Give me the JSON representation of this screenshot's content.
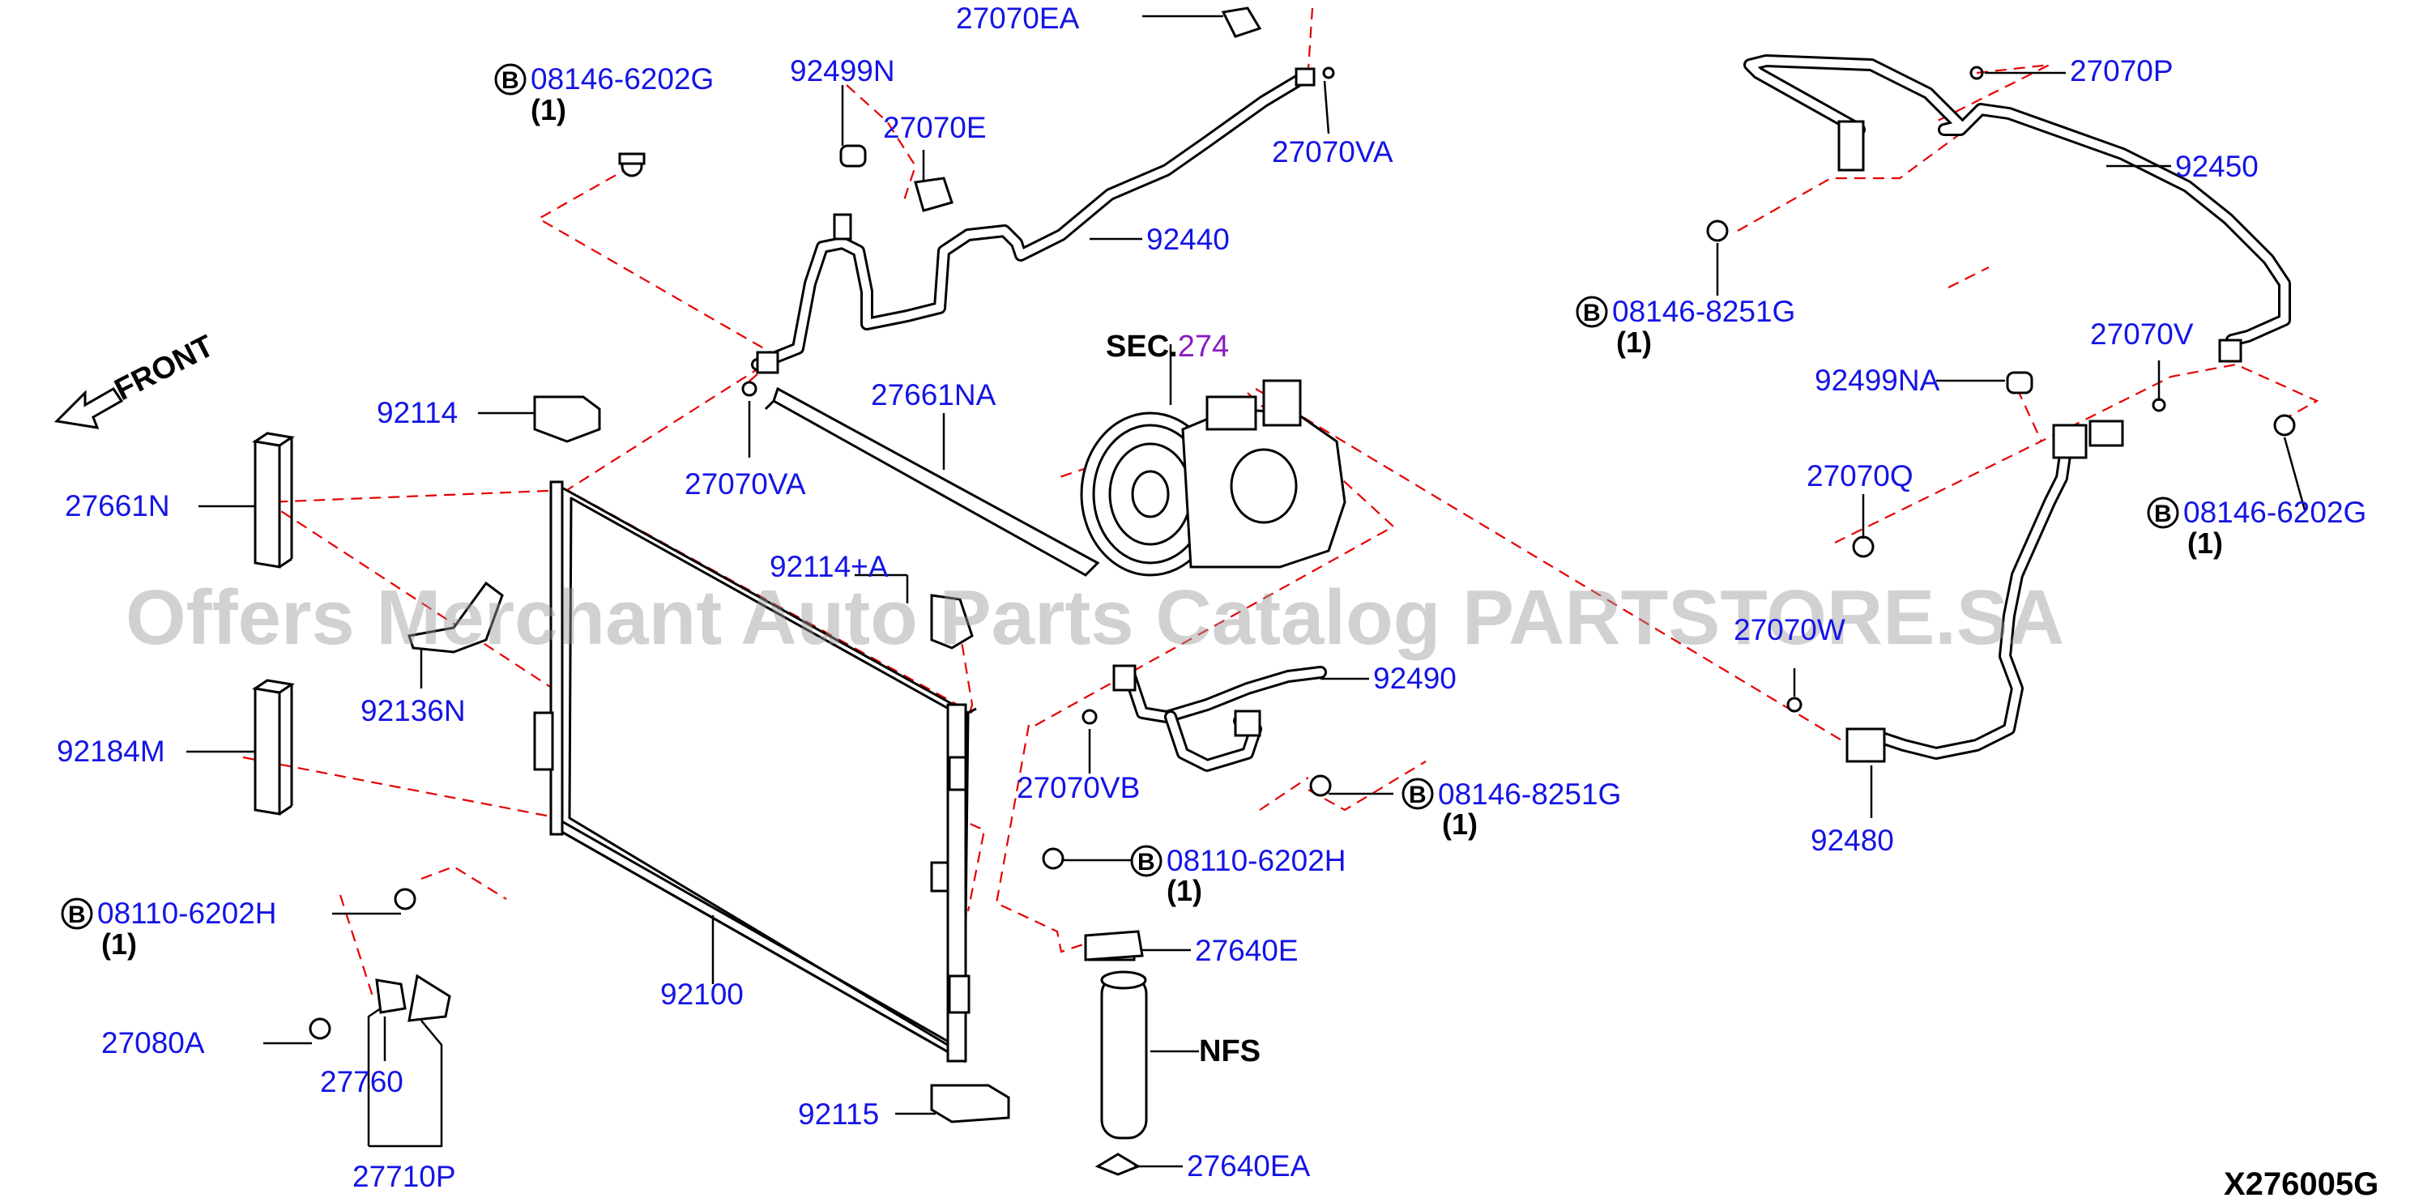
{
  "watermark": "Offers Merchant Auto Parts Catalog PARTSTORE.SA",
  "diagram_ref": "X276005G",
  "front_label": "FRONT",
  "section": {
    "prefix": "SEC.",
    "number": "274"
  },
  "nfs_label": "NFS",
  "bolt_marker": "B",
  "parts": {
    "p27070EA": "27070EA",
    "p08146_6202G_top": "08146-6202G",
    "p08146_6202G_top_qty": "(1)",
    "p92499N": "92499N",
    "p27070E": "27070E",
    "p27070VA_top": "27070VA",
    "p92440": "92440",
    "p27070P": "27070P",
    "p92450": "92450",
    "p08146_8251G_top": "08146-8251G",
    "p08146_8251G_top_qty": "(1)",
    "p27070V": "27070V",
    "p92499NA": "92499NA",
    "p27070Q": "27070Q",
    "p08146_6202G_right": "08146-6202G",
    "p08146_6202G_right_qty": "(1)",
    "p27070W": "27070W",
    "p92480": "92480",
    "p92114": "92114",
    "p27661NA": "27661NA",
    "p27070VA_mid": "27070VA",
    "p27661N": "27661N",
    "p92114A": "92114+A",
    "p92136N": "92136N",
    "p92184M": "92184M",
    "p92490": "92490",
    "p27070VB": "27070VB",
    "p08146_8251G_mid": "08146-8251G",
    "p08146_8251G_mid_qty": "(1)",
    "p08110_6202H_mid": "08110-6202H",
    "p08110_6202H_mid_qty": "(1)",
    "p08110_6202H_left": "08110-6202H",
    "p08110_6202H_left_qty": "(1)",
    "p27640E": "27640E",
    "p92100": "92100",
    "p27080A": "27080A",
    "p27760": "27760",
    "p92115": "92115",
    "p27710P": "27710P",
    "p27640EA": "27640EA"
  }
}
